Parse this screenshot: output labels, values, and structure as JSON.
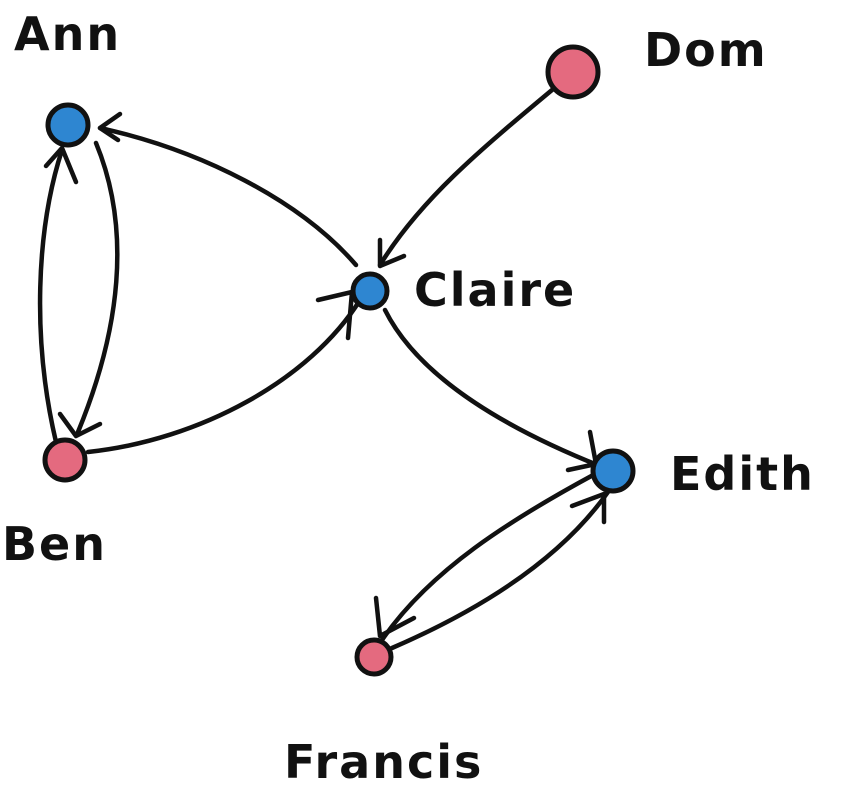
{
  "colors": {
    "ink": "#111111",
    "blue_node": "#2e86d1",
    "pink_node": "#e46a7f",
    "background": "#ffffff"
  },
  "nodes": [
    {
      "id": "ann",
      "label": "Ann",
      "color": "blue"
    },
    {
      "id": "ben",
      "label": "Ben",
      "color": "pink"
    },
    {
      "id": "claire",
      "label": "Claire",
      "color": "blue"
    },
    {
      "id": "dom",
      "label": "Dom",
      "color": "pink"
    },
    {
      "id": "edith",
      "label": "Edith",
      "color": "blue"
    },
    {
      "id": "francis",
      "label": "Francis",
      "color": "pink"
    }
  ],
  "edges": [
    {
      "from": "ann",
      "to": "ben",
      "directed": true
    },
    {
      "from": "ben",
      "to": "ann",
      "directed": true
    },
    {
      "from": "claire",
      "to": "ann",
      "directed": true
    },
    {
      "from": "ben",
      "to": "claire",
      "directed": true
    },
    {
      "from": "dom",
      "to": "claire",
      "directed": true
    },
    {
      "from": "claire",
      "to": "edith",
      "directed": true
    },
    {
      "from": "francis",
      "to": "edith",
      "directed": true
    },
    {
      "from": "edith",
      "to": "francis",
      "directed": true
    }
  ]
}
